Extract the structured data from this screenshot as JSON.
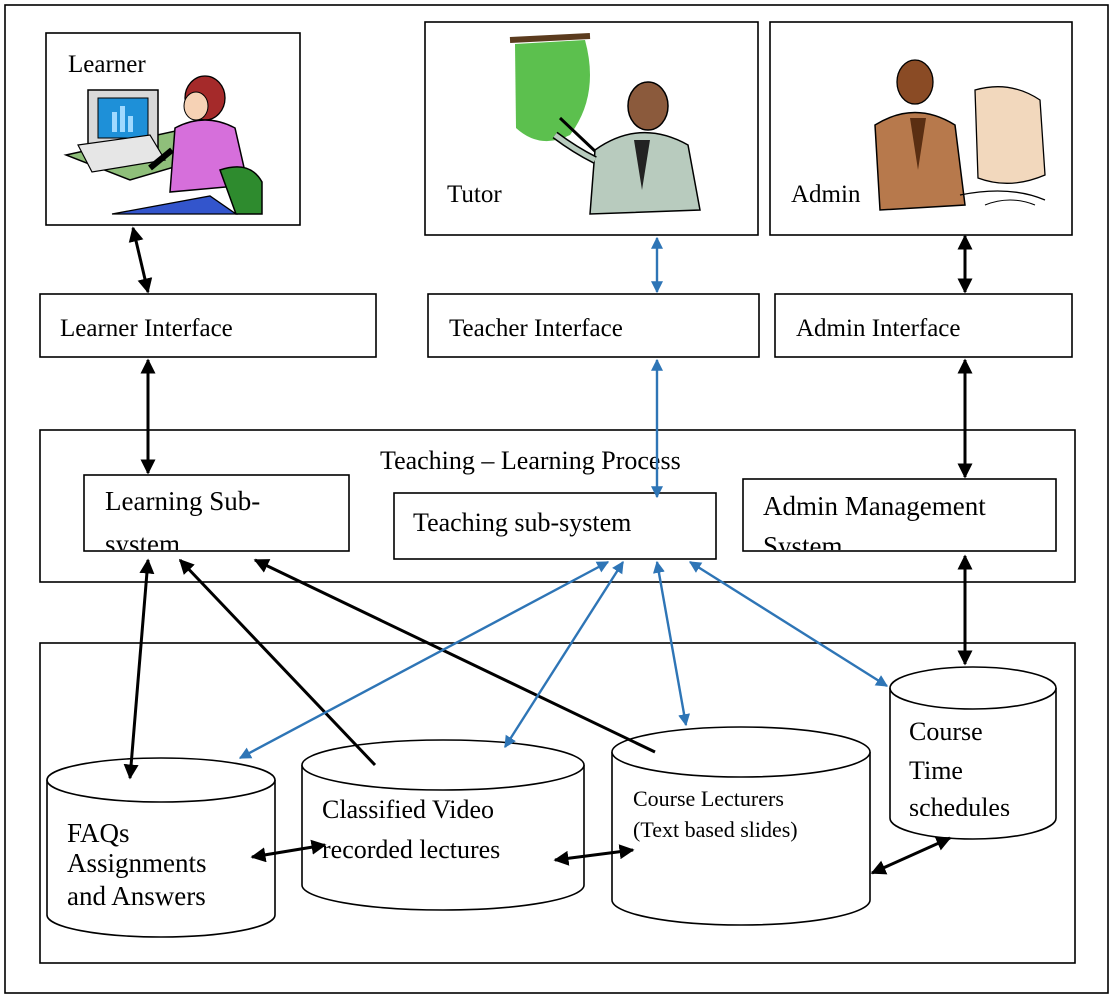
{
  "actors": {
    "learner": "Learner",
    "tutor": "Tutor",
    "admin": "Admin"
  },
  "interfaces": {
    "learner": "Learner Interface",
    "teacher": "Teacher Interface",
    "admin": "Admin Interface"
  },
  "process": {
    "title": "Teaching – Learning Process",
    "learning_line1": "Learning Sub-",
    "learning_line2": "system",
    "teaching": "Teaching sub-system",
    "admin_line1": "Admin Management",
    "admin_line2": "System"
  },
  "stores": {
    "faq_line1": "FAQs",
    "faq_line2": "Assignments",
    "faq_line3": "and Answers",
    "video_line1": "Classified Video",
    "video_line2": "recorded lectures",
    "course_line1": "Course Lecturers",
    "course_line2": "(Text based slides)",
    "time_line1": "Course",
    "time_line2": "Time",
    "time_line3": "schedules"
  },
  "colors": {
    "black_arrow": "#000000",
    "blue_arrow": "#2e75b6"
  }
}
